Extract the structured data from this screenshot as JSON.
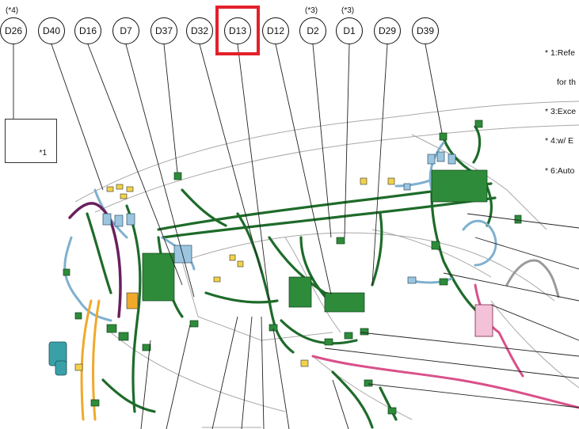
{
  "callouts": [
    {
      "code": "D26",
      "note": "(*4)"
    },
    {
      "code": "D40",
      "note": ""
    },
    {
      "code": "D16",
      "note": ""
    },
    {
      "code": "D7",
      "note": ""
    },
    {
      "code": "D37",
      "note": ""
    },
    {
      "code": "D32",
      "note": ""
    },
    {
      "code": "D13",
      "note": "",
      "highlighted": true
    },
    {
      "code": "D12",
      "note": ""
    },
    {
      "code": "D2",
      "note": "(*3)"
    },
    {
      "code": "D1",
      "note": "(*3)"
    },
    {
      "code": "D29",
      "note": ""
    },
    {
      "code": "D39",
      "note": ""
    }
  ],
  "notes": {
    "line1": "* 1:Refe",
    "line2": "for th",
    "line3": "* 3:Exce",
    "line4": "* 4:w/ E",
    "line5": "* 6:Auto"
  },
  "inset": {
    "label": "*1"
  },
  "colors": {
    "highlight": "#e3202a",
    "harness_green": "#1e6b2a",
    "connector_blue": "#9cc6e0",
    "connector_yellow": "#f2d24a",
    "harness_orange": "#f0a92a",
    "harness_purple": "#6a1f5e",
    "harness_pink": "#d9508a",
    "outline_gray": "#9a9a9a"
  }
}
